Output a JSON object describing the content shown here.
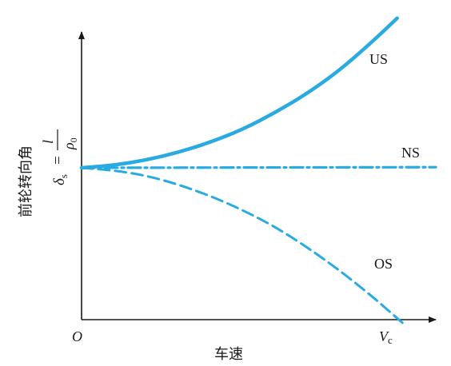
{
  "chart_data": {
    "type": "line",
    "xlabel": "车速",
    "ylabel": {
      "chinese": "前轮转向角",
      "formula_lhs": "δ",
      "formula_sub": "s",
      "formula_eq": "=",
      "numerator": "l",
      "denominator": "ρ",
      "denominator_sub": "0"
    },
    "origin_label": "O",
    "xmax_label": {
      "main": "V",
      "sub": "c"
    },
    "xlim": [
      0,
      1.1
    ],
    "ylim": [
      -1,
      1
    ],
    "series": [
      {
        "name": "US",
        "style": "solid",
        "color": "#29abe2",
        "x": [
          0,
          0.1,
          0.2,
          0.3,
          0.4,
          0.5,
          0.6,
          0.7,
          0.8,
          0.9,
          0.98
        ],
        "y": [
          0,
          0.02,
          0.06,
          0.12,
          0.2,
          0.3,
          0.43,
          0.58,
          0.76,
          0.98,
          1.17
        ]
      },
      {
        "name": "NS",
        "style": "dashdot",
        "color": "#29abe2",
        "x": [
          0,
          1.1
        ],
        "y": [
          0,
          0.005
        ]
      },
      {
        "name": "OS",
        "style": "dashed",
        "color": "#29abe2",
        "x": [
          0,
          0.1,
          0.2,
          0.3,
          0.4,
          0.5,
          0.6,
          0.7,
          0.8,
          0.9,
          1.0
        ],
        "y": [
          0,
          -0.02,
          -0.06,
          -0.13,
          -0.22,
          -0.33,
          -0.46,
          -0.62,
          -0.8,
          -1.0,
          -1.22
        ]
      }
    ]
  }
}
